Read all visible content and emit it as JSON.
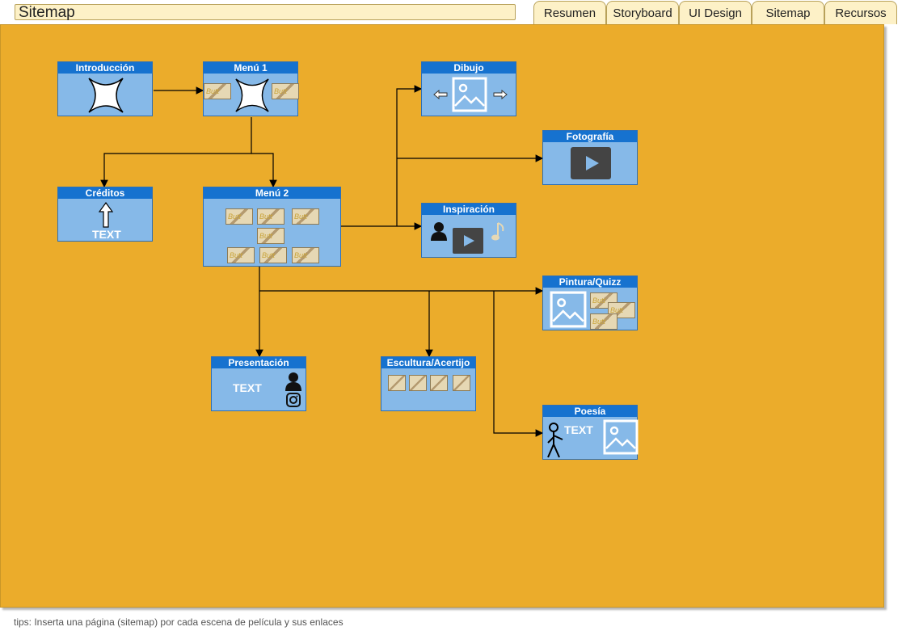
{
  "header": {
    "title": "Sitemap",
    "tabs": [
      {
        "label": "Resumen"
      },
      {
        "label": "Storyboard"
      },
      {
        "label": "UI Design"
      },
      {
        "label": "Sitemap"
      },
      {
        "label": "Recursos"
      }
    ]
  },
  "nodes": {
    "introduccion": {
      "title": "Introducción"
    },
    "menu1": {
      "title": "Menú 1",
      "button_text": "Butt"
    },
    "menu2": {
      "title": "Menú 2",
      "button_text": "Butt"
    },
    "creditos": {
      "title": "Créditos",
      "text": "TEXT"
    },
    "dibujo": {
      "title": "Dibujo"
    },
    "fotografia": {
      "title": "Fotografía"
    },
    "inspiracion": {
      "title": "Inspiración"
    },
    "pintura": {
      "title": "Pintura/Quizz",
      "button_text": "Butt"
    },
    "presentacion": {
      "title": "Presentación",
      "text": "TEXT"
    },
    "escultura": {
      "title": "Escultura/Acertijo"
    },
    "poesia": {
      "title": "Poesía",
      "text": "TEXT"
    }
  },
  "footer": {
    "tips": "tips: Inserta una página (sitemap) por cada escena de película y sus enlaces"
  },
  "colors": {
    "canvas": "#ebac2b",
    "node_fill": "#86b9e8",
    "node_header": "#1672cf",
    "tab_fill": "#fdf1c7"
  }
}
